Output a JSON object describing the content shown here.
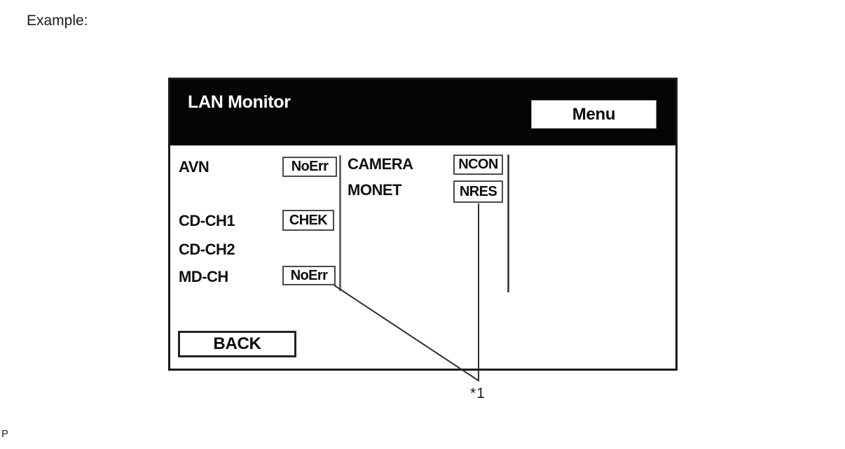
{
  "example_label": "Example:",
  "screen": {
    "title": "LAN Monitor",
    "menu_button": "Menu",
    "back_button": "BACK",
    "left_column": [
      {
        "label": "AVN",
        "status": "NoErr"
      },
      {
        "label": "CD-CH1",
        "status": "CHEK"
      },
      {
        "label": "CD-CH2",
        "status": ""
      },
      {
        "label": "MD-CH",
        "status": "NoErr"
      }
    ],
    "right_column": [
      {
        "label": "CAMERA",
        "status": "NCON"
      },
      {
        "label": "MONET",
        "status": "NRES"
      }
    ]
  },
  "annotation": {
    "footnote": "*1"
  },
  "page_fragment": "P",
  "colors": {
    "header_bg": "#000000",
    "header_text": "#ffffff",
    "panel_border": "#1a1a1a",
    "status_box_border": "#4a4a4a",
    "callout_line": "#2e2e2e",
    "divider_line": "#4f4f4f"
  }
}
